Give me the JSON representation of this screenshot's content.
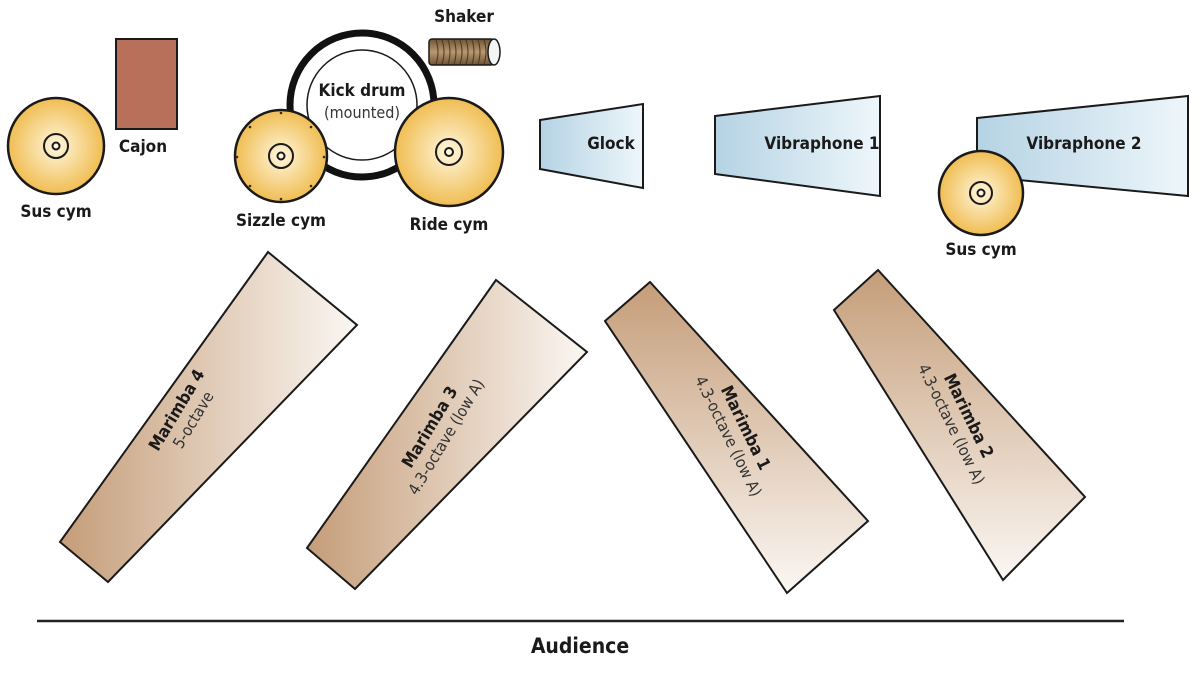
{
  "diagram": {
    "type": "stage-setup",
    "colors": {
      "cymbal": "#f2c25c",
      "cymbal_light": "#fff4d6",
      "cajon": "#b9705a",
      "shaker": "#8a6a45",
      "keyboard_blue": "#b9d6e6",
      "marimba_brown": "#c9a381",
      "outline": "#1a1a1a"
    },
    "instruments": {
      "sus_cym_left": {
        "label": "Sus cym"
      },
      "cajon": {
        "label": "Cajon"
      },
      "shaker": {
        "label": "Shaker"
      },
      "kick_drum": {
        "label": "Kick drum",
        "sublabel": "(mounted)"
      },
      "sizzle_cym": {
        "label": "Sizzle cym"
      },
      "ride_cym": {
        "label": "Ride cym"
      },
      "glock": {
        "label": "Glock"
      },
      "vibraphone_1": {
        "label": "Vibraphone 1"
      },
      "vibraphone_2": {
        "label": "Vibraphone 2"
      },
      "sus_cym_right": {
        "label": "Sus cym"
      },
      "marimba_4": {
        "label": "Marimba 4",
        "sublabel": "5-octave"
      },
      "marimba_3": {
        "label": "Marimba 3",
        "sublabel": "4.3-octave (low A)"
      },
      "marimba_1": {
        "label": "Marimba 1",
        "sublabel": "4.3-octave (low A)"
      },
      "marimba_2": {
        "label": "Marimba 2",
        "sublabel": "4.3-octave (low A)"
      }
    },
    "audience_label": "Audience"
  }
}
